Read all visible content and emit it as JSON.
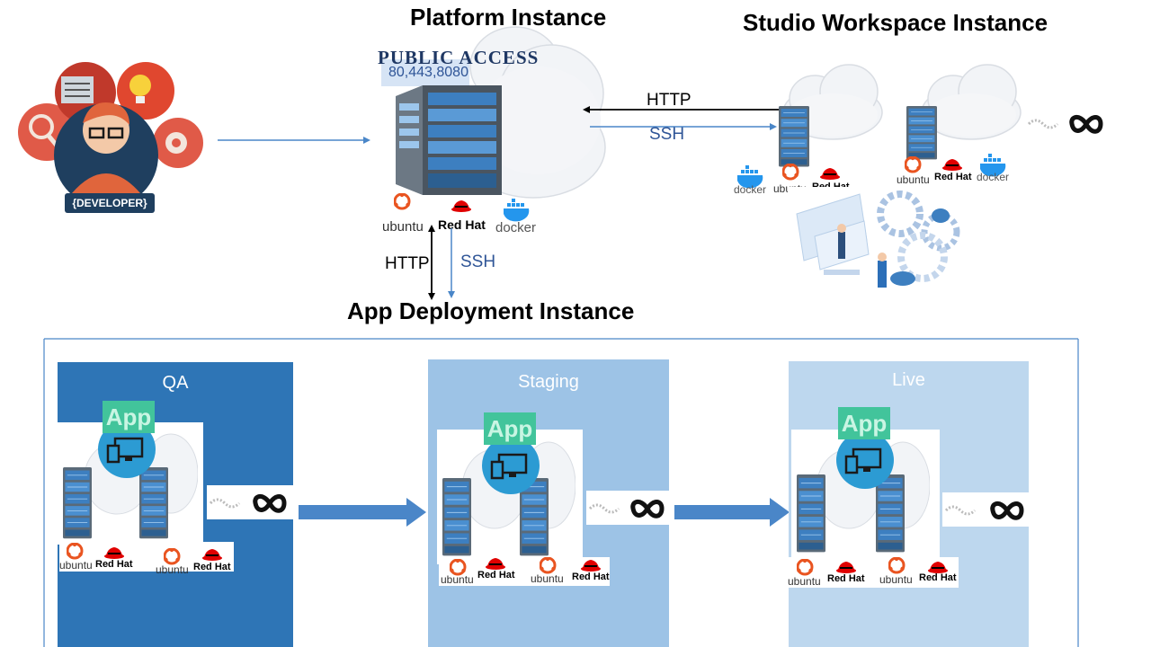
{
  "titles": {
    "platform": "Platform Instance",
    "studio": "Studio Workspace Instance",
    "app_deployment": "App Deployment Instance"
  },
  "public_access": {
    "label": "PUBLIC  ACCESS",
    "ports": "80,443,8080"
  },
  "developer": {
    "badge": "{DEVELOPER}"
  },
  "connections": {
    "studio_http": "HTTP",
    "studio_ssh": "SSH",
    "deploy_http": "HTTP",
    "deploy_ssh": "SSH"
  },
  "logos": {
    "ubuntu": "ubuntu",
    "redhat": "Red Hat",
    "docker": "docker"
  },
  "environments": [
    {
      "name": "QA",
      "app": "App",
      "bg": "#2e75b6",
      "title_color": "#ffffff"
    },
    {
      "name": "Staging",
      "app": "App",
      "bg": "#9dc3e6",
      "title_color": "#ffffff"
    },
    {
      "name": "Live",
      "app": "App",
      "bg": "#bdd7ee",
      "title_color": "#ffffff"
    }
  ],
  "colors": {
    "arrow_blue": "#4a86c8",
    "server_blue": "#3d7fc0",
    "redhat_red": "#e00000",
    "ubuntu_orange": "#e95420",
    "docker_blue": "#2496ed"
  },
  "icons": [
    "developer-icon",
    "server-icon",
    "cloud-icon",
    "ubuntu-logo-icon",
    "redhat-logo-icon",
    "docker-logo-icon",
    "devices-icon",
    "infinity-icon",
    "automation-illustration-icon"
  ]
}
